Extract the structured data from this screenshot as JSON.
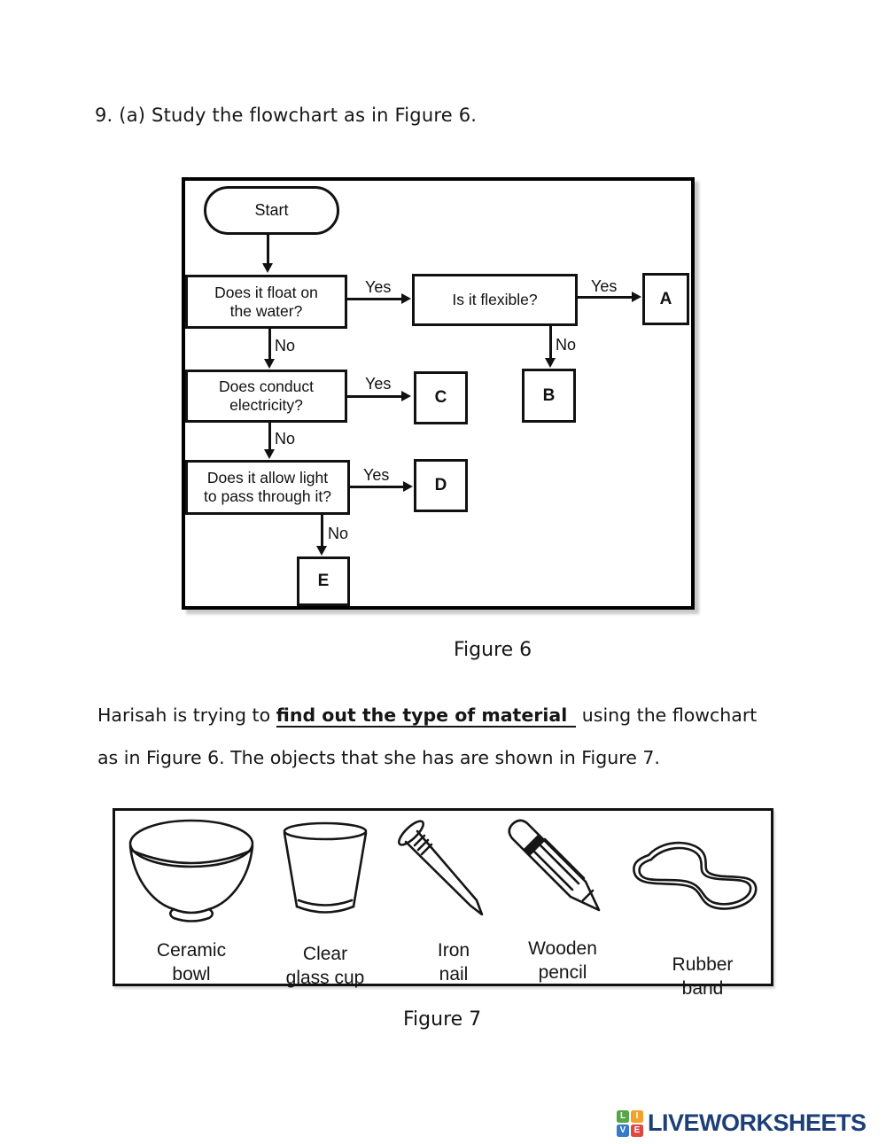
{
  "page": {
    "title": "9. (a) Study the flowchart as in Figure 6.",
    "figure6_caption": "Figure 6",
    "figure7_caption": "Figure 7",
    "para_pre": "Harisah is trying to ",
    "para_emph": "find out the type of material",
    "para_post": "using the flowchart",
    "para_line2": "as in Figure 6. The objects that she has are shown in Figure 7."
  },
  "flowchart": {
    "start": "Start",
    "yes": "Yes",
    "no": "No",
    "q_float_line1": "Does it float on",
    "q_float_line2": "the water?",
    "q_flexible": "Is it flexible?",
    "q_conduct_line1": "Does conduct",
    "q_conduct_line2": "electricity?",
    "q_light_line1": "Does it allow light",
    "q_light_line2": "to pass through it?",
    "result_a": "A",
    "result_b": "B",
    "result_c": "C",
    "result_d": "D",
    "result_e": "E"
  },
  "figure7": {
    "items": [
      {
        "name": "ceramic-bowl",
        "label_line1": "Ceramic",
        "label_line2": "bowl"
      },
      {
        "name": "clear-glass-cup",
        "label_line1": "Clear",
        "label_line2": "glass cup"
      },
      {
        "name": "iron-nail",
        "label_line1": "Iron",
        "label_line2": "nail"
      },
      {
        "name": "wooden-pencil",
        "label_line1": "Wooden",
        "label_line2": "pencil"
      },
      {
        "name": "rubber-band",
        "label_line1": "Rubber",
        "label_line2": "band"
      }
    ]
  },
  "footer": {
    "logo_text": "LIVEWORKSHEETS",
    "logo_color": "#1c3f77",
    "logo_squares": [
      {
        "letter": "L",
        "color": "#56a546"
      },
      {
        "letter": "I",
        "color": "#f2a22b"
      },
      {
        "letter": "V",
        "color": "#3579c8"
      },
      {
        "letter": "E",
        "color": "#df4742"
      }
    ]
  }
}
